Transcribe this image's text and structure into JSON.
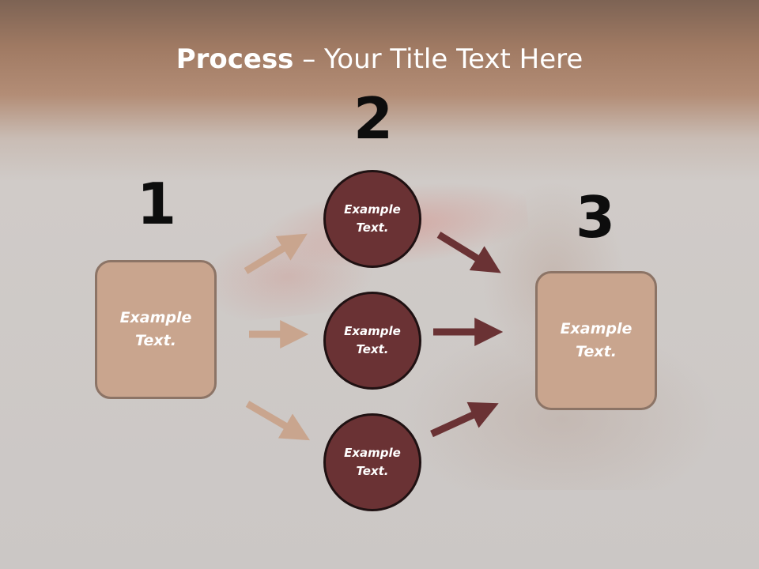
{
  "title": {
    "bold": "Process",
    "rest": " – Your Title Text Here"
  },
  "steps": {
    "one": "1",
    "two": "2",
    "three": "3"
  },
  "left_box": {
    "text": "Example Text."
  },
  "right_box": {
    "text": "Example Text."
  },
  "circles": [
    {
      "text": "Example Text."
    },
    {
      "text": "Example Text."
    },
    {
      "text": "Example Text."
    }
  ],
  "colors": {
    "box_fill": "#c9a58e",
    "box_border": "#8c7466",
    "circle_fill": "#6a3234",
    "left_arrows": "#c9a58e",
    "right_arrows": "#6a3234"
  }
}
